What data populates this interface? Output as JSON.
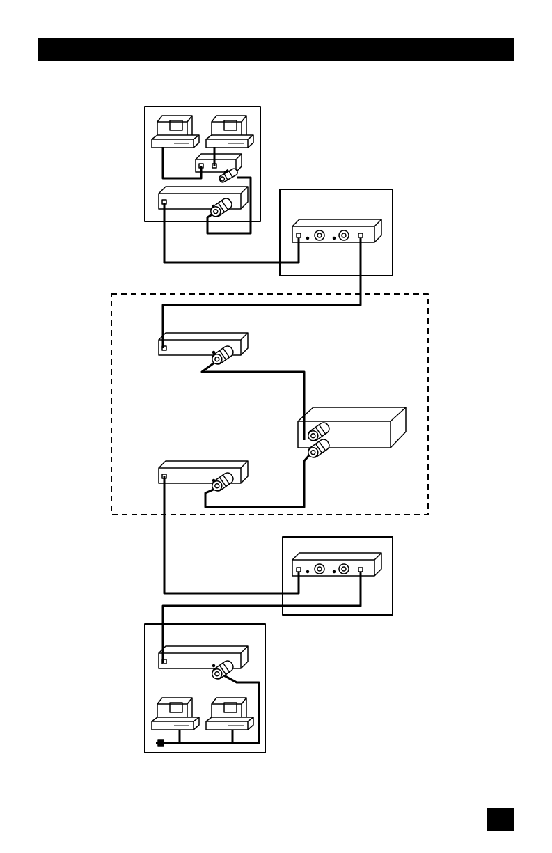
{
  "header": {
    "text": ""
  },
  "footer": {
    "page_number": ""
  },
  "colors": {
    "ink": "#000000",
    "paper": "#ffffff"
  },
  "diagram": {
    "groups": [
      "top-site-enclosure",
      "top-converter-enclosure",
      "network-cloud-dashed-enclosure",
      "bottom-converter-enclosure",
      "bottom-site-enclosure"
    ],
    "devices": [
      "top-computer-1",
      "top-computer-2",
      "top-transceiver",
      "top-adapter",
      "top-converter",
      "cloud-adapter-1",
      "cloud-hub",
      "cloud-adapter-2",
      "bottom-converter",
      "bottom-adapter",
      "bottom-computer-1",
      "bottom-computer-2",
      "terminator"
    ]
  }
}
